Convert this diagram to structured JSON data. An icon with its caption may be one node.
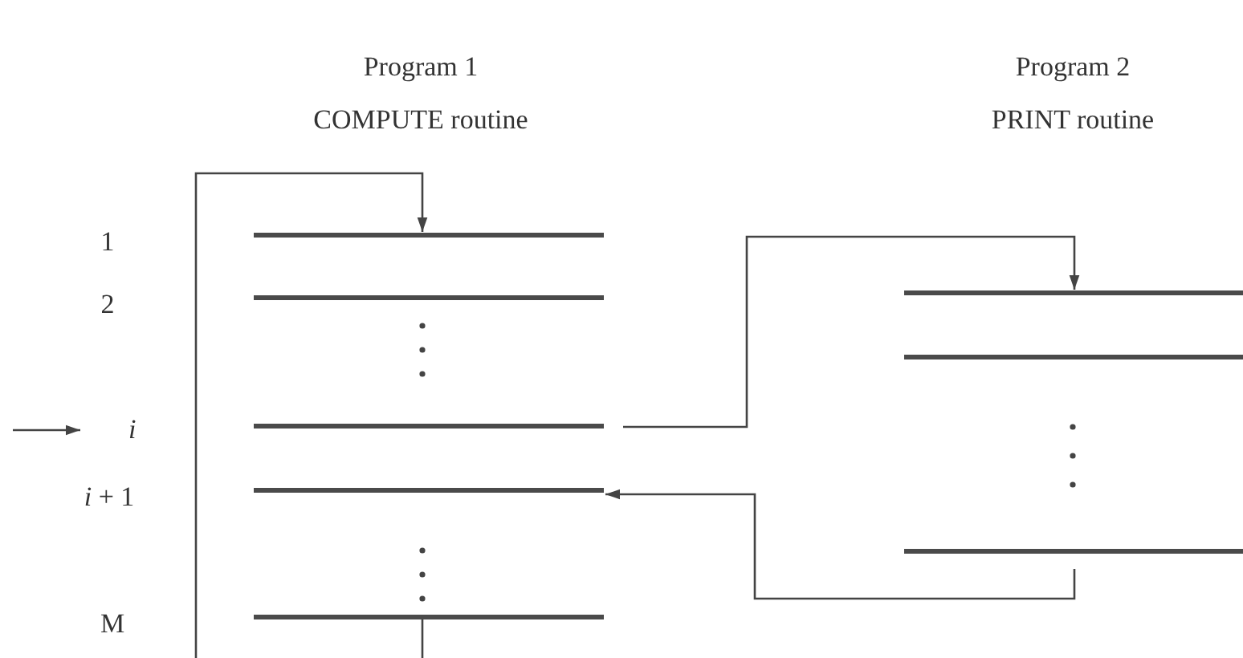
{
  "diagram": {
    "nodes": [
      {
        "text": [],
        "shape": "bar"
      },
      {
        "text": [],
        "shape": "bar"
      },
      {
        "text": [],
        "shape": "bar"
      },
      {
        "text": [],
        "shape": "bar"
      },
      {
        "text": [],
        "shape": "bar"
      },
      {
        "text": [],
        "shape": "bar"
      },
      {
        "text": [],
        "shape": "bar"
      },
      {
        "text": [],
        "shape": "bar"
      },
      {
        "text": [
          "i"
        ]
      }
    ],
    "edges": [
      {
        "from": null,
        "to": 8,
        "arrow": "to"
      },
      {
        "from": 4,
        "to": null,
        "arrow": "none"
      },
      {
        "from": null,
        "to": 0,
        "arrow": "to"
      },
      {
        "from": 2,
        "to": 5,
        "arrow": "to"
      },
      {
        "from": 7,
        "to": 3,
        "arrow": "to"
      }
    ],
    "labels": [
      "Program 1",
      "COMPUTE routine",
      "Program 2",
      "PRINT routine",
      "1",
      "2",
      "*i* + 1",
      "M"
    ]
  }
}
